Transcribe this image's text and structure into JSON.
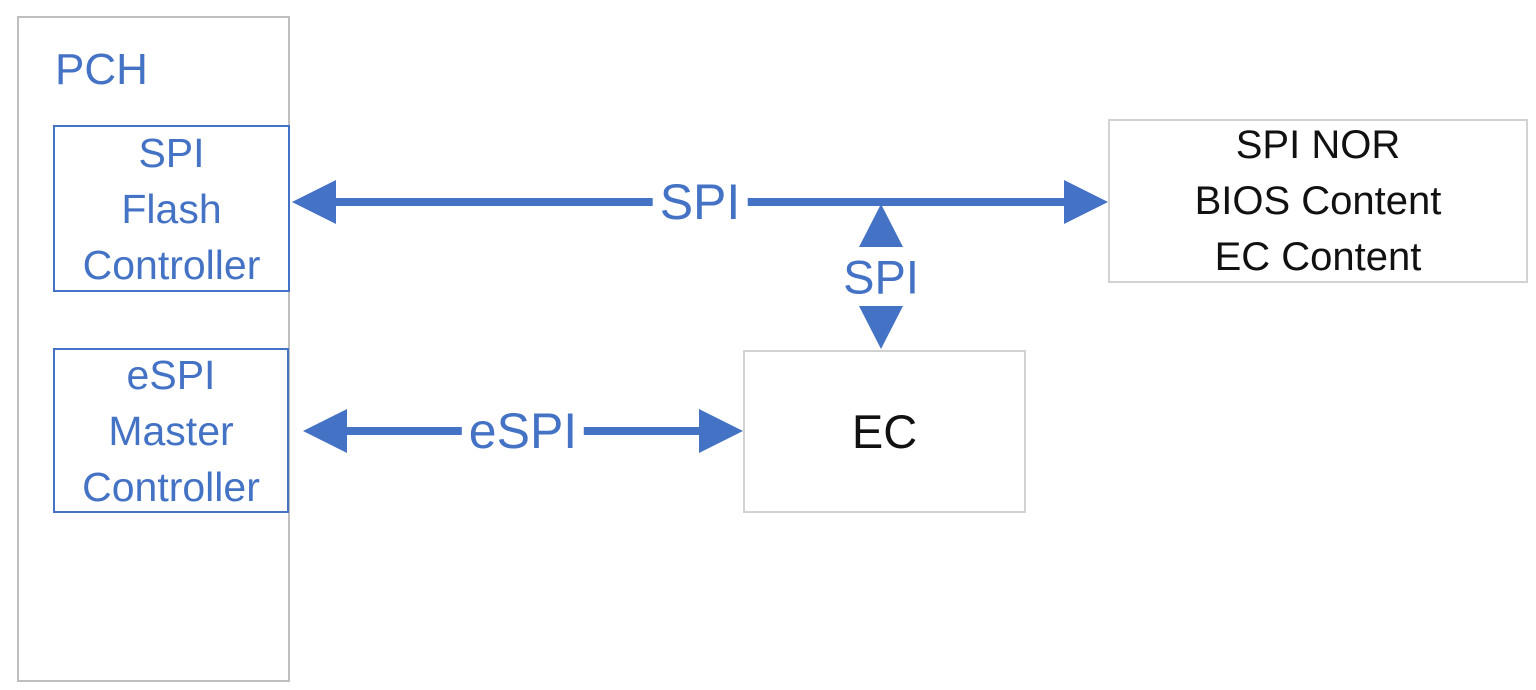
{
  "diagram": {
    "colors": {
      "accent_blue": "#4472C4",
      "pch_border_gray": "#BFBFBF",
      "plain_box_border_gray": "#D2D2D2",
      "text_black": "#111111",
      "background": "#FFFFFF"
    },
    "pch": {
      "label": "PCH",
      "spi_flash_controller": {
        "lines": [
          "SPI",
          "Flash",
          "Controller"
        ]
      },
      "espi_master_controller": {
        "lines": [
          "eSPI",
          "Master",
          "Controller"
        ]
      }
    },
    "ec": {
      "label": "EC"
    },
    "spi_nor": {
      "lines": [
        "SPI NOR",
        "BIOS Content",
        "EC Content"
      ]
    },
    "connections": {
      "pch_to_spinor": {
        "label": "SPI",
        "type": "bidirectional-horizontal"
      },
      "bus_to_ec": {
        "label": "SPI",
        "type": "bidirectional-vertical"
      },
      "pch_to_ec": {
        "label": "eSPI",
        "type": "bidirectional-horizontal"
      }
    }
  }
}
